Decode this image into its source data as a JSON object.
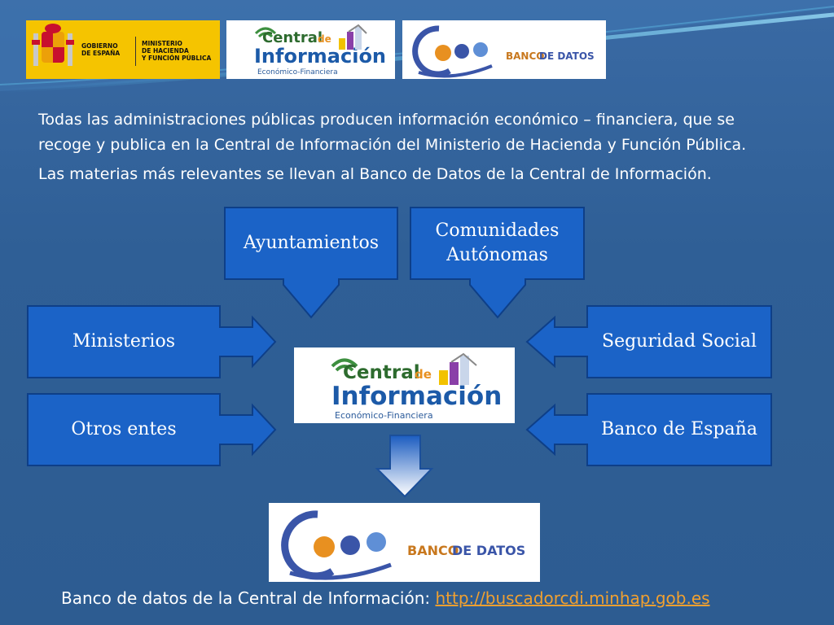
{
  "header": {
    "gov_logo": {
      "line1": "GOBIERNO",
      "line2": "DE ESPAÑA",
      "ministry_line1": "MINISTERIO",
      "ministry_line2": "DE HACIENDA",
      "ministry_line3": "Y FUNCIÓN PÚBLICA"
    },
    "cdi_logo": {
      "word_central": "Central",
      "word_de": "de",
      "word_informacion": "Información",
      "subtitle": "Económico-Financiera"
    },
    "banco_logo": {
      "word_banco": "BANCO",
      "word_de_datos": "DE DATOS"
    }
  },
  "intro": {
    "paragraph1_line1": "Todas las administraciones públicas producen información económico – financiera, que se",
    "paragraph1_line2": "recoge y publica en la Central de Información del Ministerio de Hacienda y Función Pública.",
    "paragraph2": "Las materias más relevantes se llevan al Banco de Datos de la Central de Información."
  },
  "diagram": {
    "sources": {
      "ayuntamientos": "Ayuntamientos",
      "comunidades_line1": "Comunidades",
      "comunidades_line2": "Autónomas",
      "ministerios": "Ministerios",
      "otros_entes": "Otros entes",
      "seguridad_social": "Seguridad Social",
      "banco_espana": "Banco de España"
    }
  },
  "footer": {
    "label": "Banco de datos de la Central de Información: ",
    "link": "http://buscadorcdi.minhap.gob.es"
  },
  "colors": {
    "background": "#33629a",
    "box_fill": "#1b63c7",
    "box_border": "#0e3f88",
    "link": "#f0a030",
    "gov_yellow": "#f5c400"
  }
}
